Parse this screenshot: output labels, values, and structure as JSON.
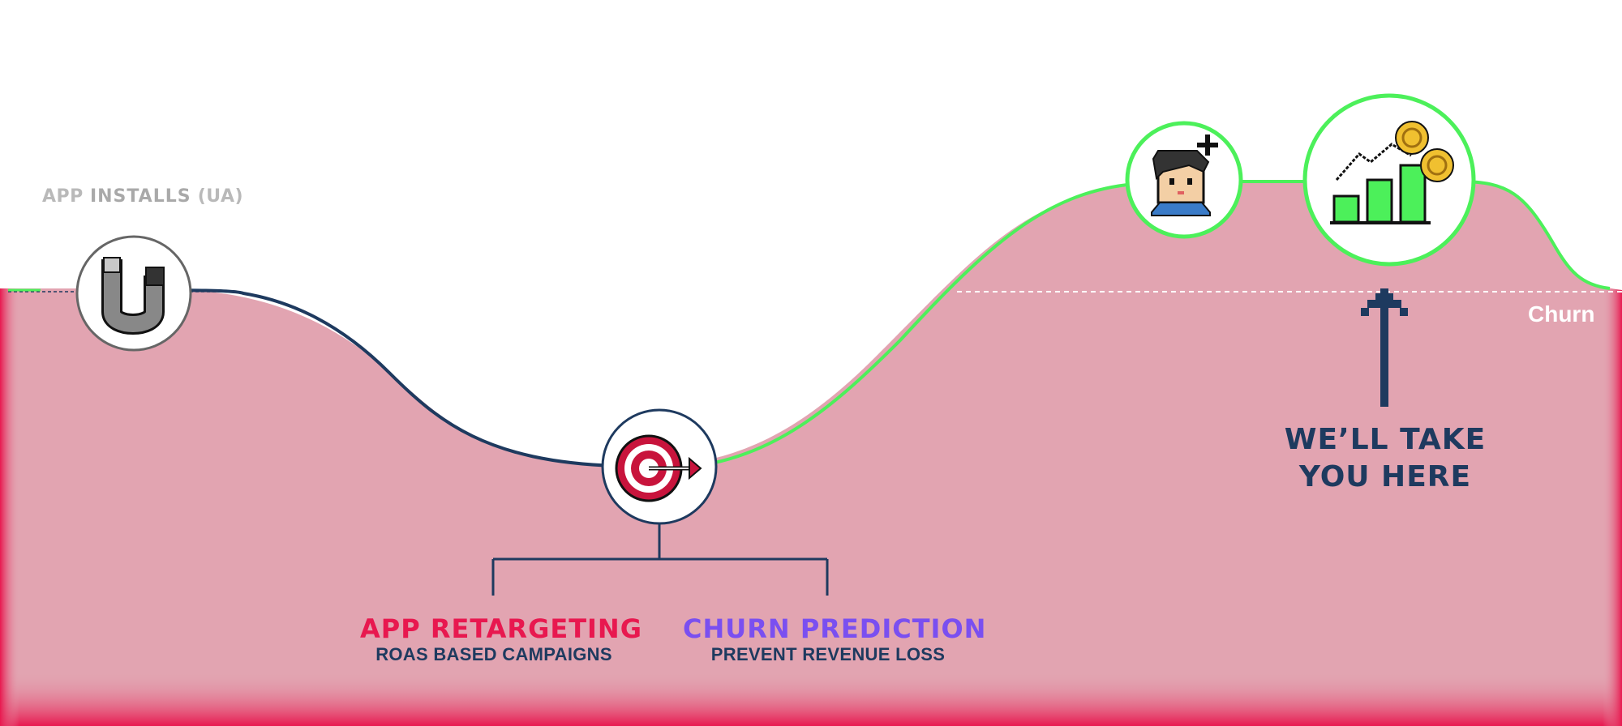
{
  "labels": {
    "app_installs_prefix": "APP ",
    "app_installs_strong": "INSTALLS",
    "app_installs_suffix": " (UA)",
    "churn": "Churn",
    "app_retargeting": "APP RETARGETING",
    "app_retargeting_sub": "ROAS BASED CAMPAIGNS",
    "churn_prediction": "CHURN PREDICTION",
    "churn_prediction_sub": "PREVENT REVENUE LOSS",
    "take_line1": "WE’LL TAKE",
    "take_line2": "YOU HERE"
  },
  "icons": {
    "stage1": "magnet-icon",
    "stage2": "target-dart-icon",
    "stage3": "user-add-icon",
    "stage4": "growth-chart-coins-icon"
  },
  "colors": {
    "area_fill": "#e2a4b1",
    "area_edge": "#e8184f",
    "curve_declining": "#1e3a5f",
    "curve_growing": "#4cf05a",
    "retargeting": "#e8184f",
    "churn_prediction": "#7a4ff0",
    "navy": "#1e3a5f"
  }
}
